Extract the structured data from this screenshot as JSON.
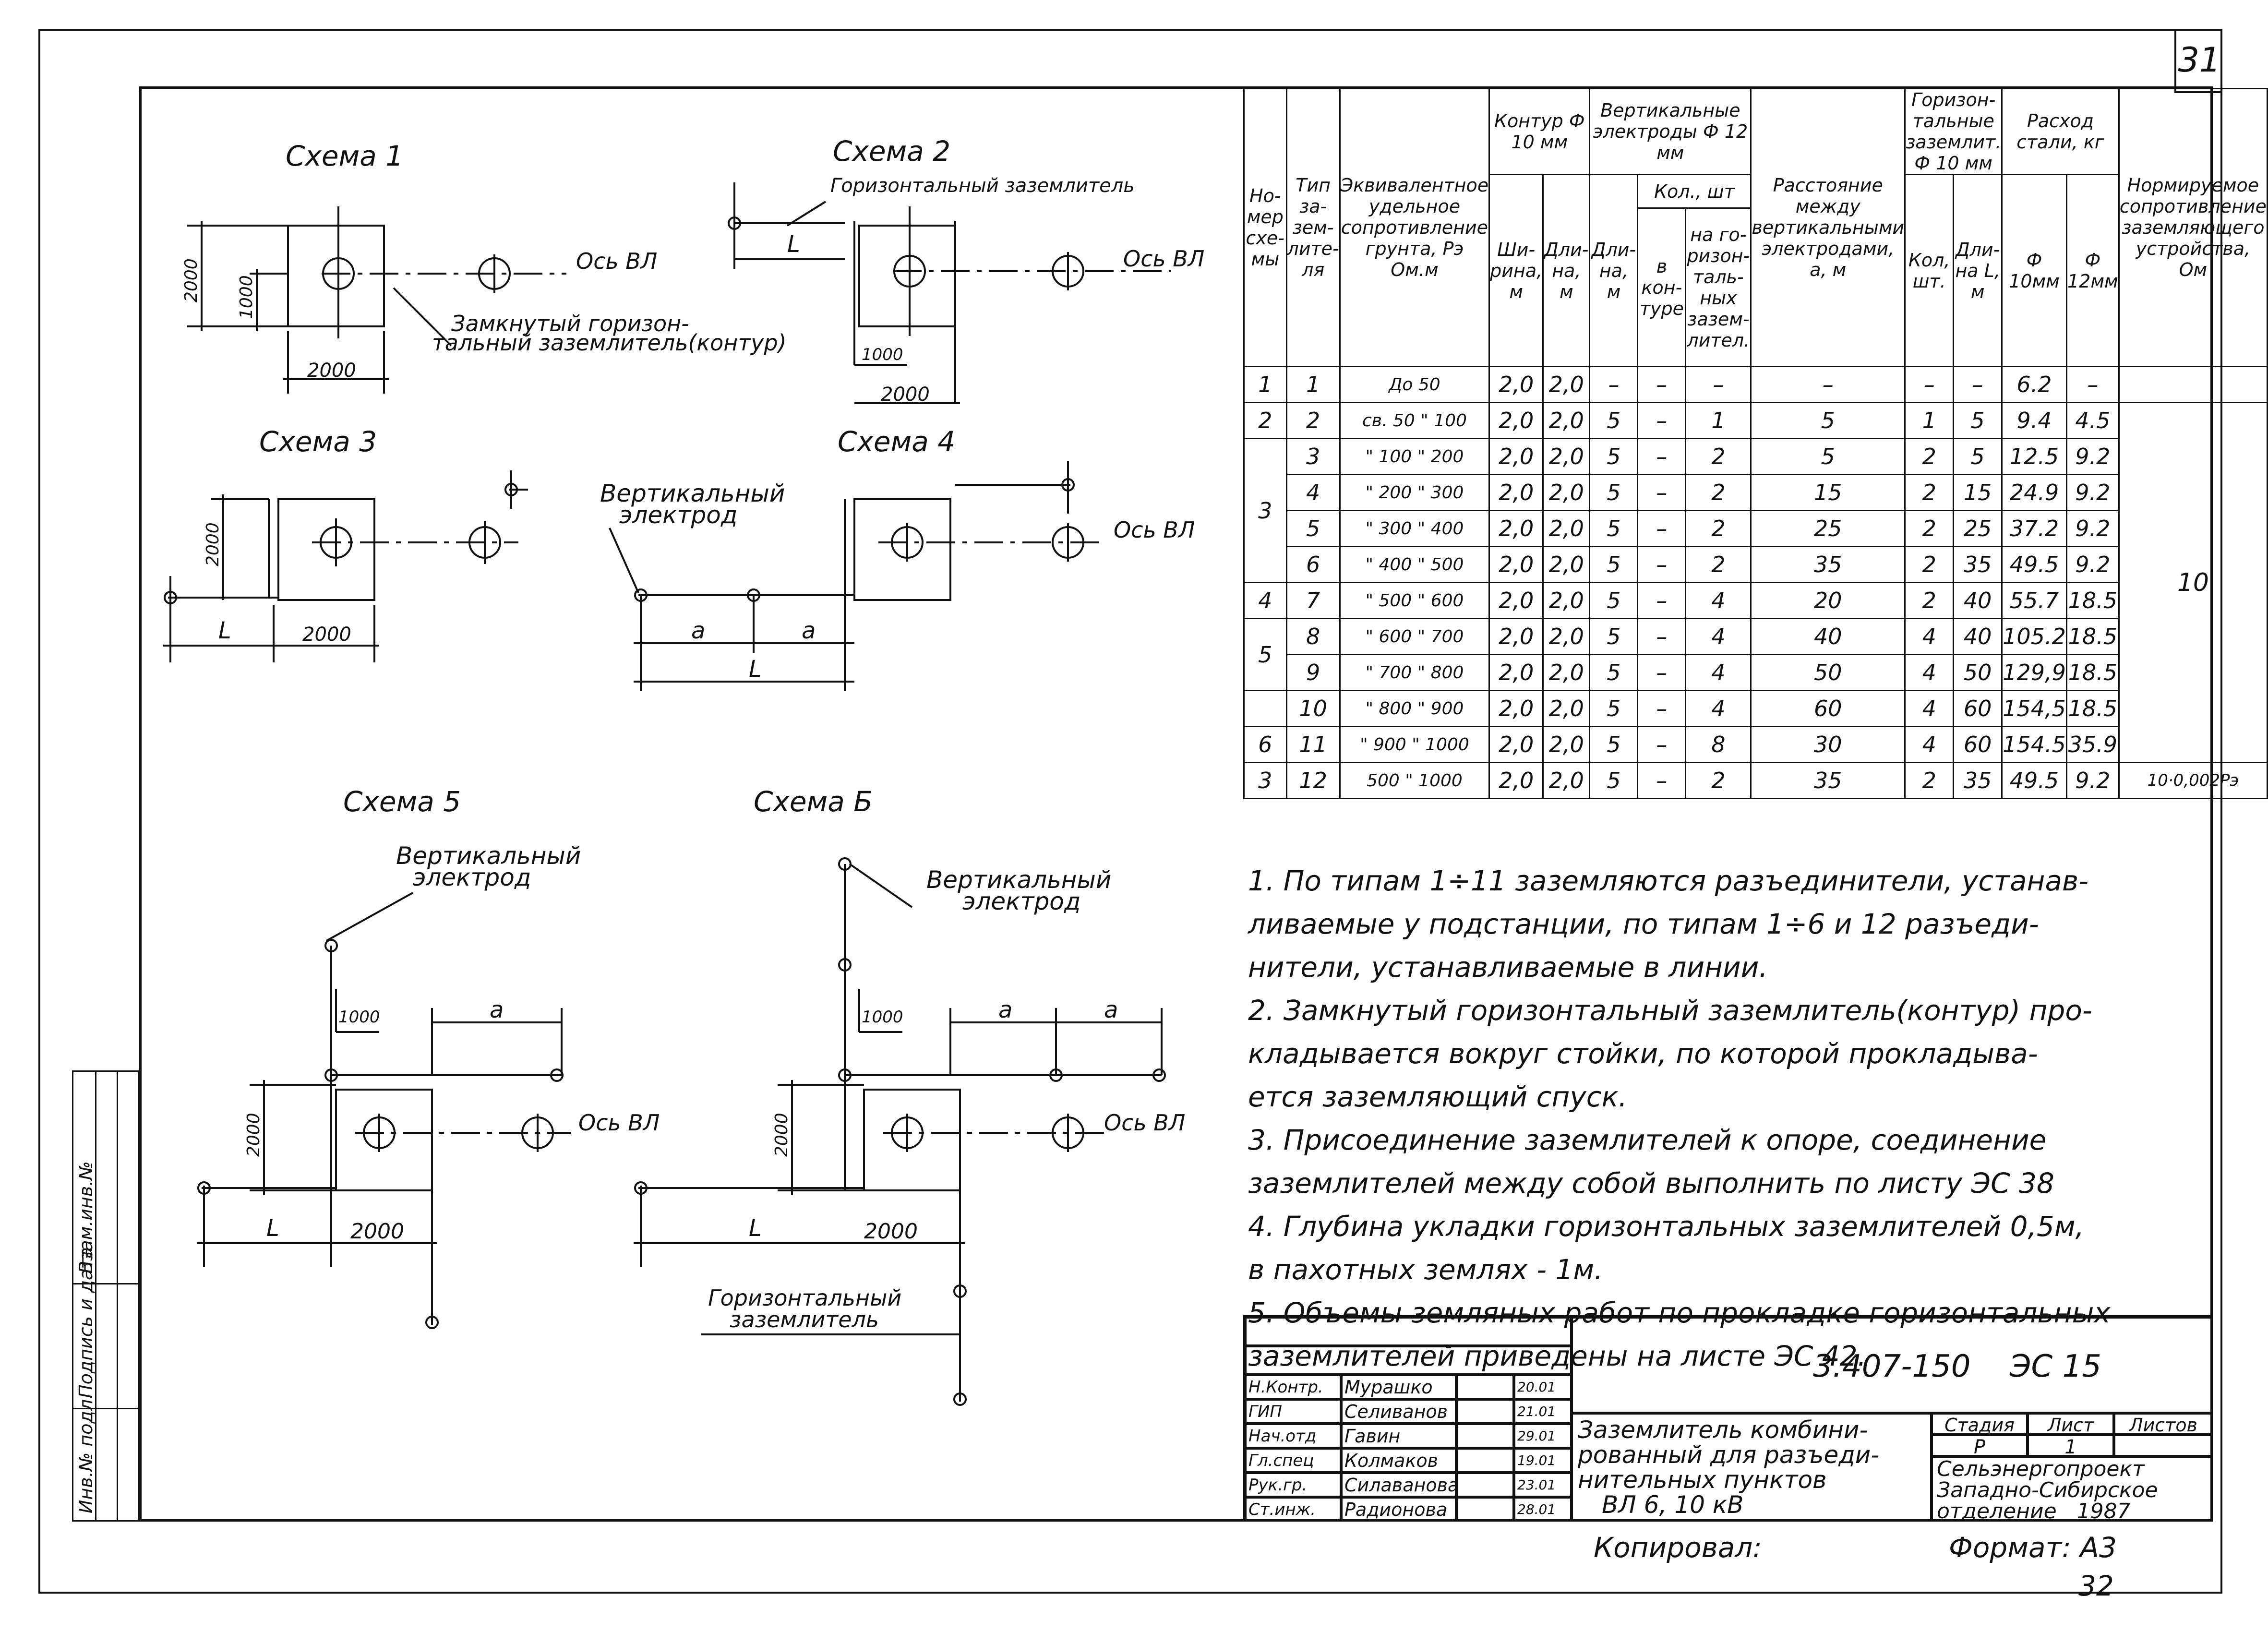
{
  "sheet_number": "31",
  "page_number": "32",
  "schemes": {
    "s1_title": "Схема 1",
    "s2_title": "Схема 2",
    "s3_title": "Схема 3",
    "s4_title": "Схема 4",
    "s5_title": "Схема 5",
    "s6_title": "Схема Б",
    "axis_label": "Ось ВЛ",
    "closed_horizontal_note_1": "Замкнутый горизон-",
    "closed_horizontal_note_2": "тальный заземлитель(контур)",
    "horizontal_grounding": "Горизонтальный заземлитель",
    "horizontal_grounding_1": "Горизонтальный",
    "horizontal_grounding_2": "заземлитель",
    "vertical_electrode_1": "Вертикальный",
    "vertical_electrode_2": "электрод",
    "dim_2000": "2000",
    "dim_1000": "1000",
    "dim_L": "L",
    "dim_a": "a"
  },
  "table": {
    "headers": {
      "scheme_no": "Но-мер схе-мы",
      "type": "Тип за-зем-лите-ля",
      "resistivity": "Эквивалентное удельное сопротивление грунта, Рэ Ом.м",
      "contour": "Контур Ф 10 мм",
      "contour_width": "Ши-рина, м",
      "contour_length": "Дли-на, м",
      "vertical": "Вертикальные электроды Ф 12 мм",
      "v_length": "Дли-на, м",
      "v_qty": "Кол., шт",
      "v_in_contour": "в кон-туре",
      "v_on_horizontal": "на го-ризон-таль-ных зазем-лител.",
      "distance": "Расстояние между вертикальными электродами, а, м",
      "horizontal": "Горизон-тальные заземлит. Ф 10 мм",
      "h_qty": "Кол, шт.",
      "h_length": "Дли-на L, м",
      "steel": "Расход стали, кг",
      "steel_10": "Ф 10мм",
      "steel_12": "Ф 12мм",
      "norm": "Нормируемое сопротивление заземляющего устройства, Ом"
    },
    "rows": [
      {
        "scheme": "1",
        "type": "1",
        "rho": "До 50",
        "cw": "2,0",
        "cl": "2,0",
        "vl": "–",
        "vc": "–",
        "vh": "–",
        "a": "–",
        "hq": "–",
        "hl": "–",
        "s10": "6.2",
        "s12": "–"
      },
      {
        "scheme": "2",
        "type": "2",
        "rho": "св. 50 \" 100",
        "cw": "2,0",
        "cl": "2,0",
        "vl": "5",
        "vc": "–",
        "vh": "1",
        "a": "5",
        "hq": "1",
        "hl": "5",
        "s10": "9.4",
        "s12": "4.5"
      },
      {
        "scheme": "",
        "type": "3",
        "rho": "\" 100 \" 200",
        "cw": "2,0",
        "cl": "2,0",
        "vl": "5",
        "vc": "–",
        "vh": "2",
        "a": "5",
        "hq": "2",
        "hl": "5",
        "s10": "12.5",
        "s12": "9.2"
      },
      {
        "scheme": "",
        "type": "4",
        "rho": "\" 200 \" 300",
        "cw": "2,0",
        "cl": "2,0",
        "vl": "5",
        "vc": "–",
        "vh": "2",
        "a": "15",
        "hq": "2",
        "hl": "15",
        "s10": "24.9",
        "s12": "9.2"
      },
      {
        "scheme": "",
        "type": "5",
        "rho": "\" 300 \" 400",
        "cw": "2,0",
        "cl": "2,0",
        "vl": "5",
        "vc": "–",
        "vh": "2",
        "a": "25",
        "hq": "2",
        "hl": "25",
        "s10": "37.2",
        "s12": "9.2"
      },
      {
        "scheme": "",
        "type": "6",
        "rho": "\" 400 \" 500",
        "cw": "2,0",
        "cl": "2,0",
        "vl": "5",
        "vc": "–",
        "vh": "2",
        "a": "35",
        "hq": "2",
        "hl": "35",
        "s10": "49.5",
        "s12": "9.2"
      },
      {
        "scheme": "4",
        "type": "7",
        "rho": "\" 500 \" 600",
        "cw": "2,0",
        "cl": "2,0",
        "vl": "5",
        "vc": "–",
        "vh": "4",
        "a": "20",
        "hq": "2",
        "hl": "40",
        "s10": "55.7",
        "s12": "18.5"
      },
      {
        "scheme": "",
        "type": "8",
        "rho": "\" 600 \" 700",
        "cw": "2,0",
        "cl": "2,0",
        "vl": "5",
        "vc": "–",
        "vh": "4",
        "a": "40",
        "hq": "4",
        "hl": "40",
        "s10": "105.2",
        "s12": "18.5"
      },
      {
        "scheme": "5",
        "type": "9",
        "rho": "\" 700 \" 800",
        "cw": "2,0",
        "cl": "2,0",
        "vl": "5",
        "vc": "–",
        "vh": "4",
        "a": "50",
        "hq": "4",
        "hl": "50",
        "s10": "129,9",
        "s12": "18.5"
      },
      {
        "scheme": "",
        "type": "10",
        "rho": "\" 800 \" 900",
        "cw": "2,0",
        "cl": "2,0",
        "vl": "5",
        "vc": "–",
        "vh": "4",
        "a": "60",
        "hq": "4",
        "hl": "60",
        "s10": "154,5",
        "s12": "18.5"
      },
      {
        "scheme": "6",
        "type": "11",
        "rho": "\" 900 \" 1000",
        "cw": "2,0",
        "cl": "2,0",
        "vl": "5",
        "vc": "–",
        "vh": "8",
        "a": "30",
        "hq": "4",
        "hl": "60",
        "s10": "154.5",
        "s12": "35.9"
      },
      {
        "scheme": "3",
        "type": "12",
        "rho": "500 \" 1000",
        "cw": "2,0",
        "cl": "2,0",
        "vl": "5",
        "vc": "–",
        "vh": "2",
        "a": "35",
        "hq": "2",
        "hl": "35",
        "s10": "49.5",
        "s12": "9.2"
      }
    ],
    "scheme3_label": "3",
    "scheme5_label": "5",
    "norm_value": "10",
    "norm_last": "10·0,002Рэ"
  },
  "notes": [
    "1. По типам 1÷11 заземляются разъединители, устанав-",
    "ливаемые у подстанции, по типам 1÷6 и 12 разъеди-",
    "нители, устанавливаемые в линии.",
    "2. Замкнутый горизонтальный заземлитель(контур) про-",
    "кладывается вокруг стойки, по которой прокладыва-",
    "ется заземляющий спуск.",
    "3. Присоединение заземлителей к опоре, соединение",
    "заземлителей между собой выполнить по листу ЭС 38",
    "4. Глубина укладки горизонтальных заземлителей 0,5м,",
    "в пахотных землях - 1м.",
    "5. Объемы земляных работ по прокладке горизонтальных",
    "заземлителей приведены на листе ЭС 42."
  ],
  "title_block": {
    "doc_code": "3.407-150",
    "sheet_code": "ЭС 15",
    "title_1": "Заземлитель комбини-",
    "title_2": "рованный для разъеди-",
    "title_3": "нительных пунктов",
    "title_4": "ВЛ 6, 10 кВ",
    "stage_label": "Стадия",
    "sheet_label": "Лист",
    "sheets_label": "Листов",
    "stage": "Р",
    "sheet": "1",
    "org_1": "Сельэнергопроект",
    "org_2": "Западно-Сибирское",
    "org_3": "отделение",
    "year": "1987",
    "roles": [
      "Н.Контр.",
      "ГИП",
      "Нач.отд",
      "Гл.спец",
      "Рук.гр.",
      "Ст.инж."
    ],
    "names": [
      "Мурашко",
      "Селиванов",
      "Гавин",
      "Колмаков",
      "Силаванова",
      "Радионова"
    ],
    "dates": [
      "20.01",
      "21.01",
      "29.01",
      "19.01",
      "23.01",
      "28.01"
    ]
  },
  "copied": "Копировал:",
  "format": "Формат: А3",
  "side_strip": [
    "Инв.№ подл.",
    "Подпись и дата",
    "Взам.инв.№"
  ]
}
